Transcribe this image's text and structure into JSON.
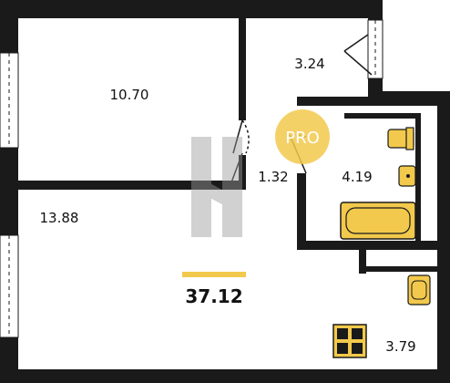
{
  "rooms": [
    {
      "id": "room-top-left",
      "area": "10.70"
    },
    {
      "id": "room-top-right",
      "area": "3.24"
    },
    {
      "id": "room-corridor",
      "area": "1.32"
    },
    {
      "id": "room-bathroom",
      "area": "4.19"
    },
    {
      "id": "room-living",
      "area": "13.88"
    },
    {
      "id": "room-kitchen",
      "area": "3.79"
    }
  ],
  "total_area": "37.12",
  "watermark": {
    "badge_text": "PRO"
  },
  "colors": {
    "wall": "#1a1a1a",
    "accent": "#f2c94c",
    "fixture_fill": "#f2c94c",
    "watermark_gray": "#9a9a9a"
  }
}
